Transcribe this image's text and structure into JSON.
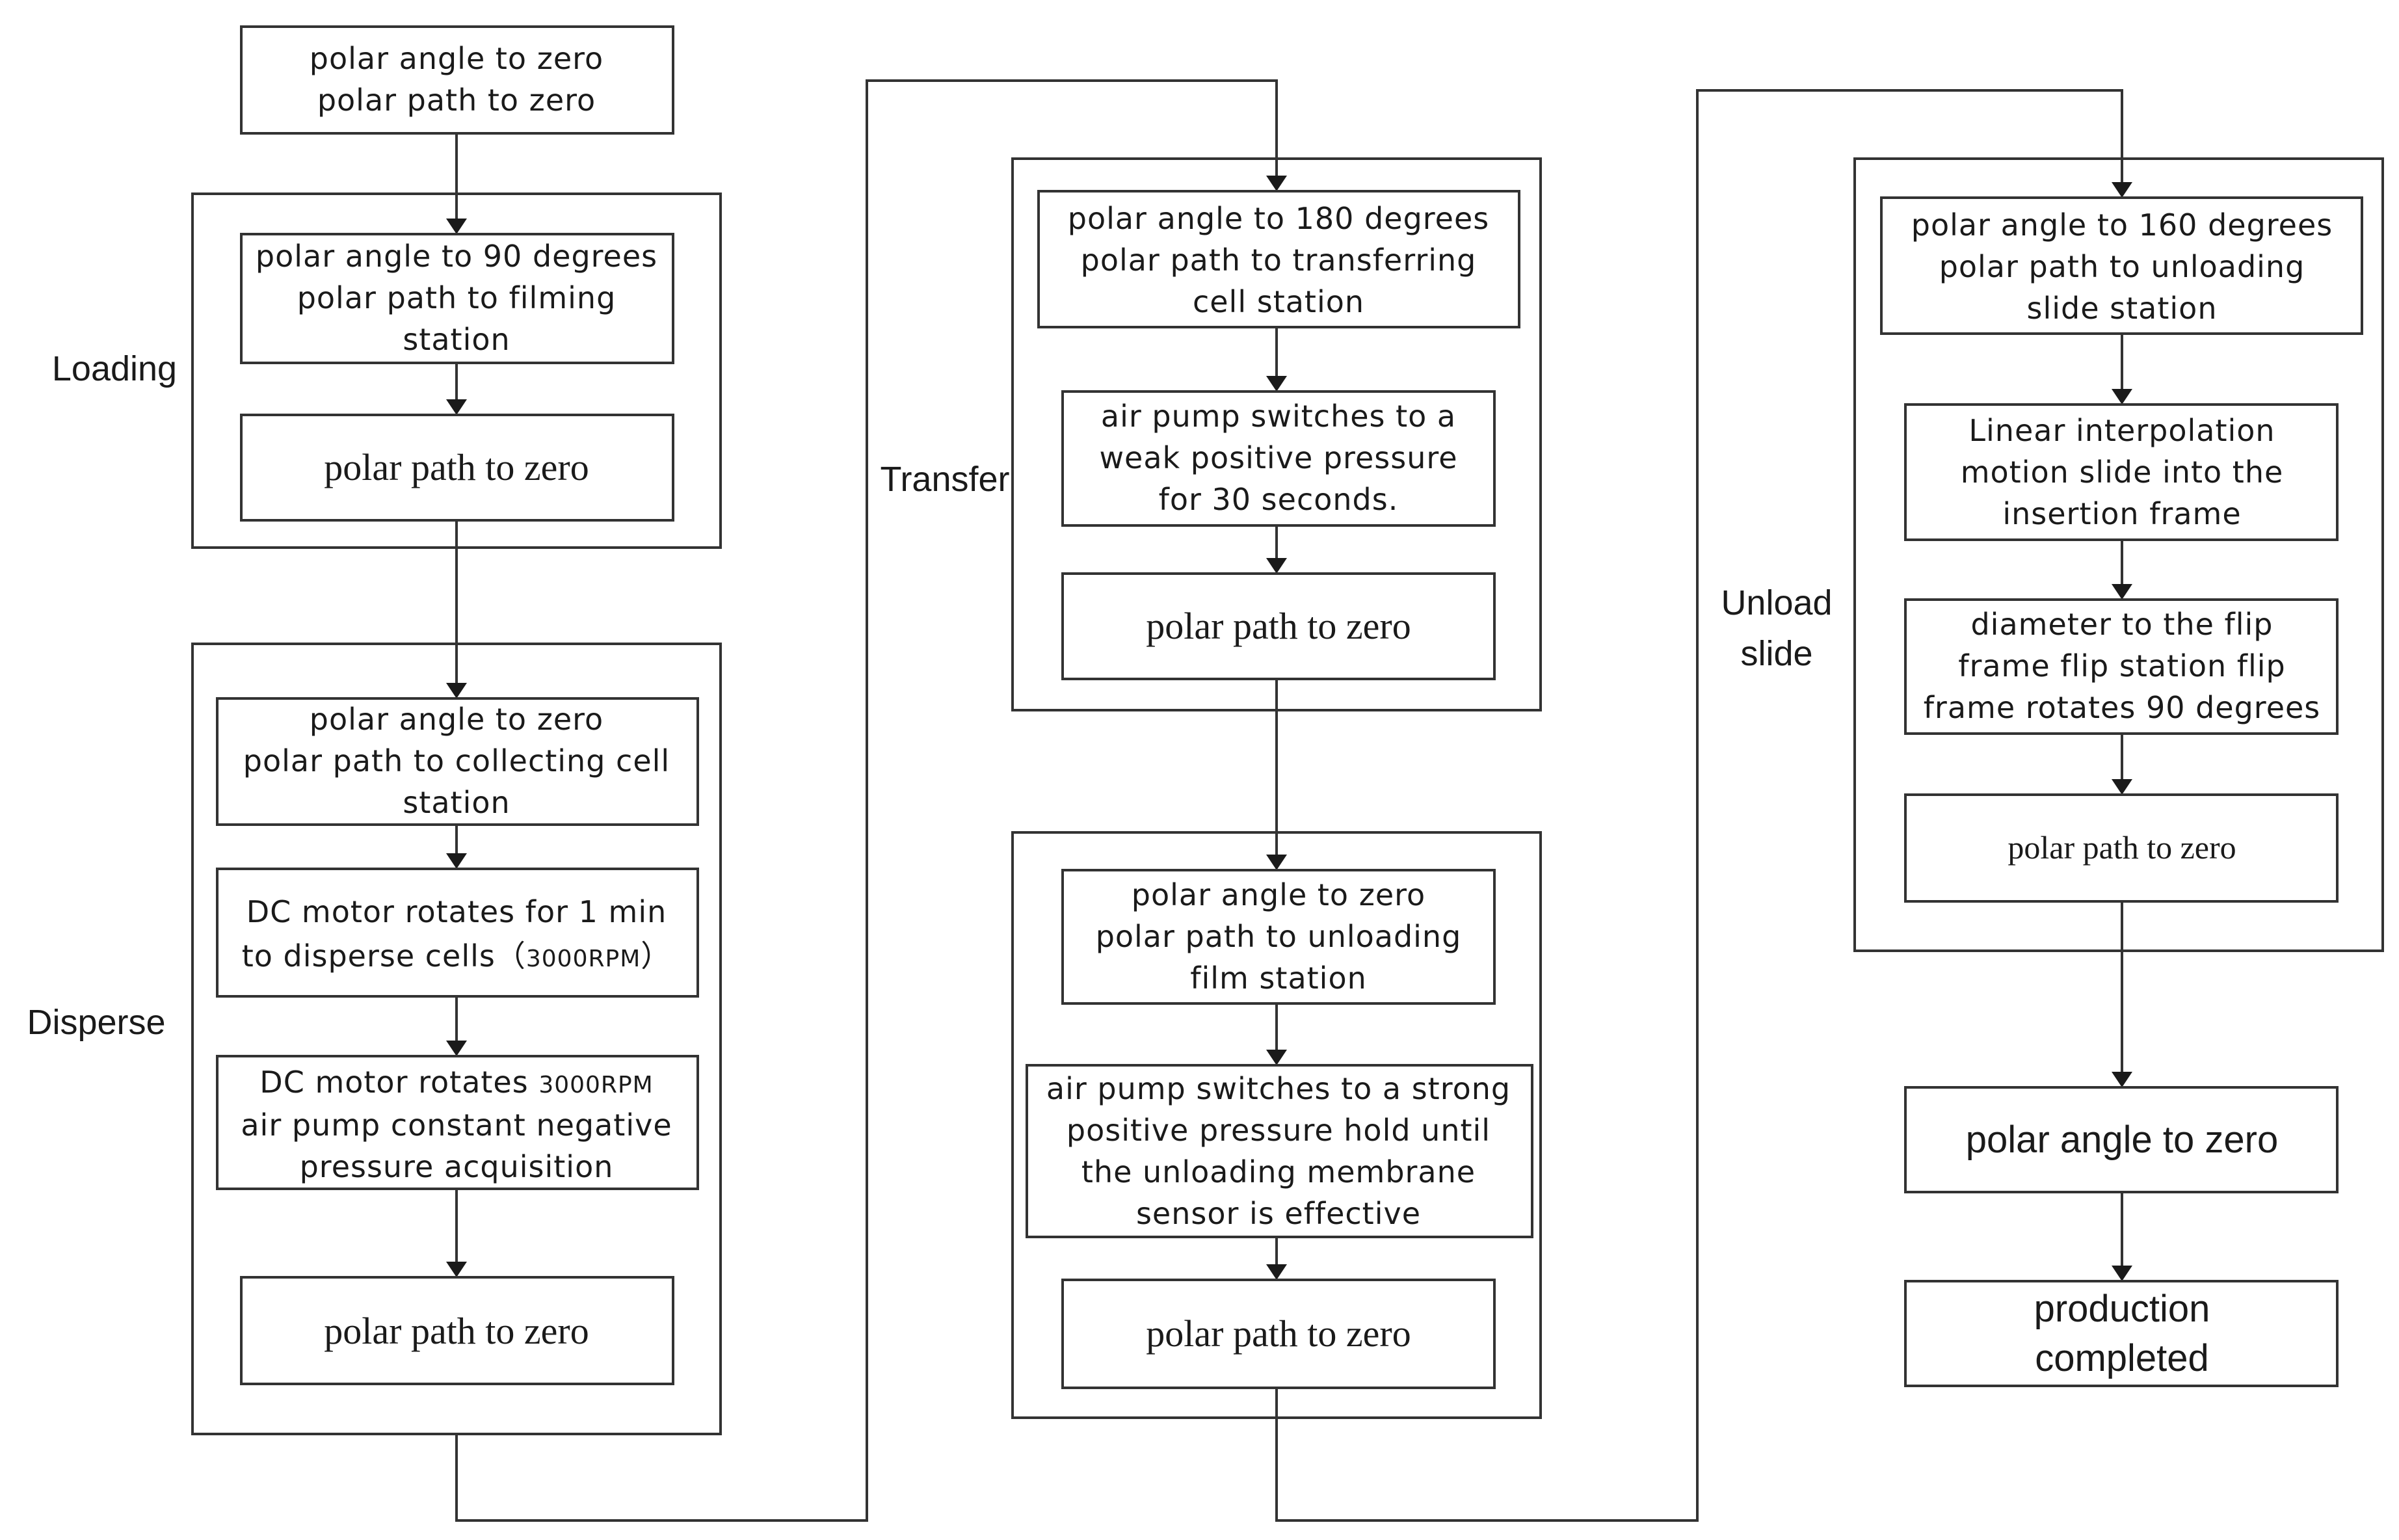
{
  "sections": {
    "loading": "Loading",
    "disperse": "Disperse",
    "transfer": "Transfer",
    "unload_line1": "Unload",
    "unload_line2": "slide"
  },
  "start": {
    "line1": "polar angle to zero",
    "line2": "polar path to zero"
  },
  "loading": {
    "step1": {
      "line1": "polar angle to 90 degrees",
      "line2": "polar path to filming",
      "line3": "station"
    },
    "step2": "polar path to zero"
  },
  "disperse": {
    "step1": {
      "line1": "polar angle to zero",
      "line2": "polar path to collecting cell",
      "line3": "station"
    },
    "step2": {
      "line1": "DC motor rotates for 1 min",
      "line2a": "to disperse cells（",
      "line2b": "3000RPM",
      "line2c": "）"
    },
    "step3": {
      "line1a": "DC motor rotates ",
      "line1b": "3000RPM",
      "line2": "air pump constant negative",
      "line3": "pressure acquisition"
    },
    "step4": "polar path to zero"
  },
  "transfer": {
    "step1": {
      "line1": "polar angle to 180 degrees",
      "line2": "polar path to transferring",
      "line3": "cell station"
    },
    "step2": {
      "line1": "air pump switches  to a",
      "line2": "weak positive pressure",
      "line3": "for 30 seconds."
    },
    "step3": "polar path to zero"
  },
  "unload_film": {
    "step1": {
      "line1": "polar angle to zero",
      "line2": "polar path to unloading",
      "line3": "film station"
    },
    "step2": {
      "line1": "air pump  switches to a strong",
      "line2": "positive pressure hold until",
      "line3": "the unloading membrane",
      "line4": "sensor is effective"
    },
    "step3": "polar path to zero"
  },
  "unload_slide": {
    "step1": {
      "line1": "polar angle to 160 degrees",
      "line2": "polar path to unloading",
      "line3": "slide station"
    },
    "step2": {
      "line1": "Linear interpolation",
      "line2": "motion slide into the",
      "line3": "insertion frame"
    },
    "step3": {
      "line1": "diameter to the flip",
      "line2": "frame flip station flip",
      "line3": "frame rotates 90 degrees"
    },
    "step4": "polar path to zero"
  },
  "final": {
    "step1": "polar angle to zero",
    "step2_line1": "production",
    "step2_line2": "completed"
  }
}
